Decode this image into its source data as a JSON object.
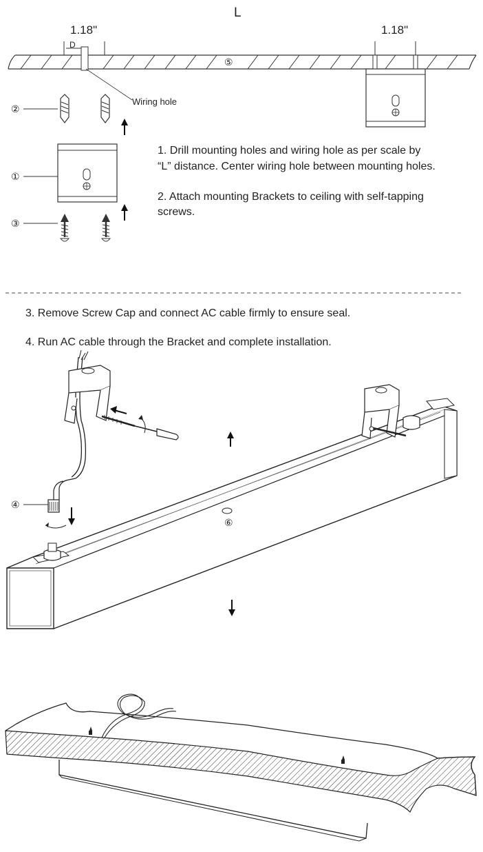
{
  "labels": {
    "L": "L",
    "dim_left": "1.18\"",
    "dim_right": "1.18\"",
    "D": "D",
    "wiring_hole": "Wiring hole"
  },
  "numbers": {
    "n1": "①",
    "n2": "②",
    "n3": "③",
    "n4": "④",
    "n5": "⑤",
    "n6": "⑥"
  },
  "steps": {
    "s1_line1": "1. Drill mounting holes and wiring hole as per scale by",
    "s1_line2": "“L” distance. Center wiring hole between mounting holes.",
    "s2_line1": "2. Attach mounting Brackets to ceiling with self-tapping",
    "s2_line2": "screws.",
    "s3": "3. Remove Screw Cap and connect AC cable firmly to ensure seal.",
    "s4": "4. Run AC cable through the  Bracket and complete installation."
  }
}
